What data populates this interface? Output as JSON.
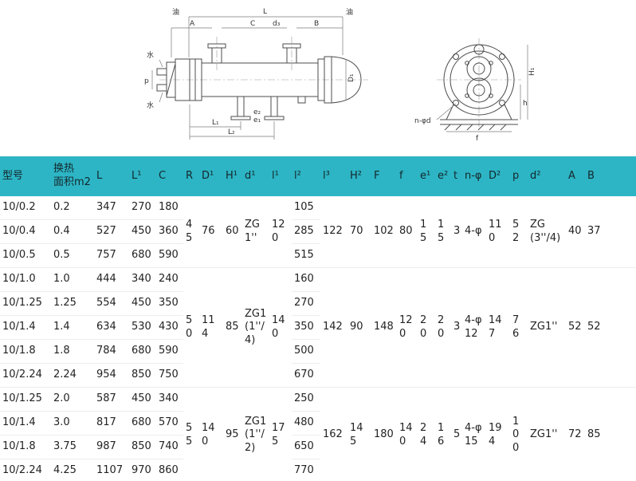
{
  "diagram": {
    "labels": {
      "oil_left": "油",
      "oil_right": "油",
      "water_top": "水",
      "water_bottom": "水",
      "dim_p": "p",
      "dim_L": "L",
      "dim_A": "A",
      "dim_C": "C",
      "dim_d3": "d₃",
      "dim_B": "B",
      "dim_L1": "L₁",
      "dim_L2": "L₂",
      "dim_e1": "e₁",
      "dim_e2": "e₂",
      "dim_D1": "D₁",
      "dim_H1": "H₁",
      "dim_h": "h",
      "dim_nphid": "n-φd",
      "dim_f": "f"
    }
  },
  "table": {
    "header_bg": "#2db5c5",
    "columns": [
      {
        "key": "model",
        "label": "型号"
      },
      {
        "key": "area",
        "label": "换热",
        "label2": "面积m2"
      },
      {
        "key": "L",
        "label": "L"
      },
      {
        "key": "L1",
        "label": "L¹"
      },
      {
        "key": "C",
        "label": "C"
      },
      {
        "key": "R",
        "label": "R"
      },
      {
        "key": "D1",
        "label": "D¹"
      },
      {
        "key": "H1",
        "label": "H¹"
      },
      {
        "key": "d1",
        "label": "d¹"
      },
      {
        "key": "l1",
        "label": "l¹"
      },
      {
        "key": "l2",
        "label": "l²"
      },
      {
        "key": "l3",
        "label": "l³"
      },
      {
        "key": "H2",
        "label": "H²"
      },
      {
        "key": "F",
        "label": "F"
      },
      {
        "key": "f",
        "label": "f"
      },
      {
        "key": "e1",
        "label": "e¹"
      },
      {
        "key": "e2",
        "label": "e²"
      },
      {
        "key": "t",
        "label": "t"
      },
      {
        "key": "nphi",
        "label": "n-φ"
      },
      {
        "key": "D2",
        "label": "D²"
      },
      {
        "key": "p",
        "label": "p"
      },
      {
        "key": "d2",
        "label": "d²"
      },
      {
        "key": "A",
        "label": "A"
      },
      {
        "key": "B",
        "label": "B"
      }
    ],
    "groups": [
      {
        "rows": [
          {
            "model": "10/0.2",
            "area": "0.2",
            "L": "347",
            "L1": "270",
            "C": "180",
            "l2": "105"
          },
          {
            "model": "10/0.4",
            "area": "0.4",
            "L": "527",
            "L1": "450",
            "C": "360",
            "l2": "285"
          },
          {
            "model": "10/0.5",
            "area": "0.5",
            "L": "757",
            "L1": "680",
            "C": "590",
            "l2": "515"
          }
        ],
        "shared": {
          "R": "45",
          "D1": "76",
          "H1": "60",
          "d1": "ZG1''",
          "l1": "120",
          "l3": "122",
          "H2": "70",
          "F": "102",
          "f": "80",
          "e1": "15",
          "e2": "15",
          "t": "3",
          "nphi": "4-φ",
          "D2": "110",
          "p": "52",
          "d2": "ZG(3''/4)",
          "A": "40",
          "B": "37"
        }
      },
      {
        "rows": [
          {
            "model": "10/1.0",
            "area": "1.0",
            "L": "444",
            "L1": "340",
            "C": "240",
            "l2": "160"
          },
          {
            "model": "10/1.25",
            "area": "1.25",
            "L": "554",
            "L1": "450",
            "C": "350",
            "l2": "270"
          },
          {
            "model": "10/1.4",
            "area": "1.4",
            "L": "634",
            "L1": "530",
            "C": "430",
            "l2": "350"
          },
          {
            "model": "10/1.8",
            "area": "1.8",
            "L": "784",
            "L1": "680",
            "C": "590",
            "l2": "500"
          },
          {
            "model": "10/2.24",
            "area": "2.24",
            "L": "954",
            "L1": "850",
            "C": "750",
            "l2": "670"
          }
        ],
        "shared": {
          "R": "50",
          "D1": "114",
          "H1": "85",
          "d1": "ZG1(1''/4)",
          "l1": "140",
          "l3": "142",
          "H2": "90",
          "F": "148",
          "f": "120",
          "e1": "20",
          "e2": "20",
          "t": "3",
          "nphi": "4-φ12",
          "D2": "147",
          "p": "76",
          "d2": "ZG1''",
          "A": "52",
          "B": "52"
        }
      },
      {
        "rows": [
          {
            "model": "10/1.25",
            "area": "2.0",
            "L": "587",
            "L1": "450",
            "C": "340",
            "l2": "250"
          },
          {
            "model": "10/1.4",
            "area": "3.0",
            "L": "817",
            "L1": "680",
            "C": "570",
            "l2": "480"
          },
          {
            "model": "10/1.8",
            "area": "3.75",
            "L": "987",
            "L1": "850",
            "C": "740",
            "l2": "650"
          },
          {
            "model": "10/2.24",
            "area": "4.25",
            "L": "1107",
            "L1": "970",
            "C": "860",
            "l2": "770"
          }
        ],
        "shared": {
          "R": "55",
          "D1": "140",
          "H1": "95",
          "d1": "ZG1(1''/2)",
          "l1": "175",
          "l3": "162",
          "H2": "145",
          "F": "180",
          "f": "140",
          "e1": "24",
          "e2": "16",
          "t": "5",
          "nphi": "4-φ15",
          "D2": "194",
          "p": "100",
          "d2": "ZG1''",
          "A": "72",
          "B": "85"
        }
      }
    ]
  }
}
